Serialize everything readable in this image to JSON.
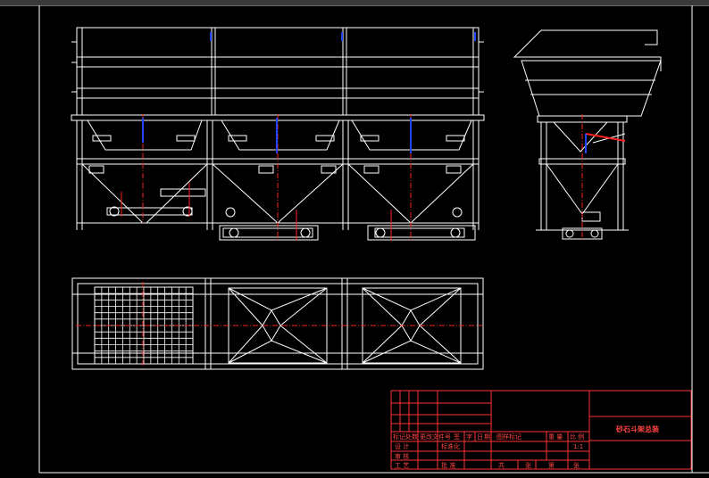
{
  "colors": {
    "background": "#000000",
    "line": "#ffffff",
    "center_line": "#ff2222",
    "hidden_line": "#2244ff",
    "title_block_line": "#ff3333",
    "title_text": "#ff4444"
  },
  "title_block": {
    "drawing_title": "砂石斗架总装",
    "header_row": [
      "标记处数",
      "更改文件号",
      "签",
      "字",
      "日",
      "期"
    ],
    "row_labels": [
      "设 计",
      "审 核",
      "工 艺"
    ],
    "row_values": [
      "标准化",
      "",
      "批 准"
    ],
    "stage_label": "图样标记",
    "weight_label": "重 量",
    "scale_label": "比 例",
    "scale_value": "1:1",
    "sheet_labels": [
      "共",
      "张",
      "第",
      "张"
    ]
  }
}
